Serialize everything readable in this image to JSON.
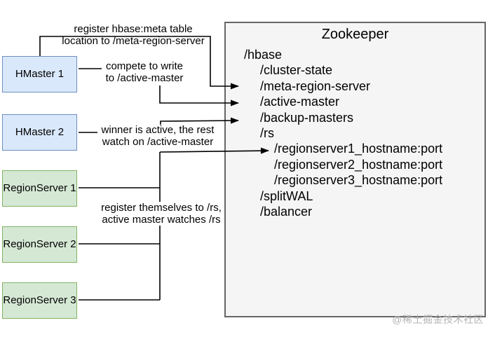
{
  "zookeeper": {
    "title": "Zookeeper",
    "tree": [
      {
        "label": "/hbase",
        "indent": 0
      },
      {
        "label": "/cluster-state",
        "indent": 1
      },
      {
        "label": "/meta-region-server",
        "indent": 1
      },
      {
        "label": "/active-master",
        "indent": 1
      },
      {
        "label": "/backup-masters",
        "indent": 1
      },
      {
        "label": "/rs",
        "indent": 1
      },
      {
        "label": "/regionserver1_hostname:port",
        "indent": 2
      },
      {
        "label": "/regionserver2_hostname:port",
        "indent": 2
      },
      {
        "label": "/regionserver3_hostname:port",
        "indent": 2
      },
      {
        "label": "/splitWAL",
        "indent": 1
      },
      {
        "label": "/balancer",
        "indent": 1
      }
    ]
  },
  "nodes": {
    "hmaster1": {
      "label": "HMaster 1"
    },
    "hmaster2": {
      "label": "HMaster 2"
    },
    "regionserver1": {
      "label": "RegionServer 1"
    },
    "regionserver2": {
      "label": "RegionServer 2"
    },
    "regionserver3": {
      "label": "RegionServer 3"
    }
  },
  "annotations": {
    "register_meta": {
      "line1": "register hbase:meta table",
      "line2": "location to /meta-region-server"
    },
    "compete": {
      "line1": "compete to write",
      "line2": "to /active-master"
    },
    "winner": {
      "line1": "winner is active, the rest",
      "line2": "watch on /active-master"
    },
    "register_rs": {
      "line1": "register themselves to /rs,",
      "line2": "active master watches /rs"
    }
  },
  "watermark": "@稀土掘金技术社区",
  "colors": {
    "hmaster_fill": "#dae8fc",
    "hmaster_border": "#6c8ebf",
    "regionserver_fill": "#d5e8d4",
    "regionserver_border": "#82b366",
    "zookeeper_fill": "#f5f5f5",
    "zookeeper_border": "#666666",
    "line": "#000000",
    "watermark": "#b3b3b3"
  }
}
